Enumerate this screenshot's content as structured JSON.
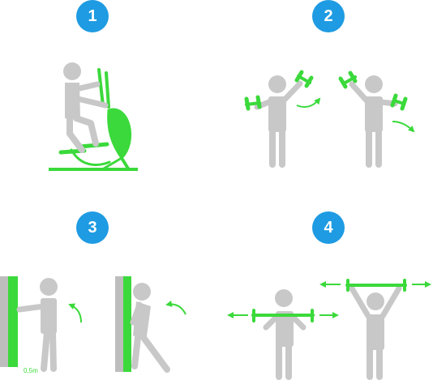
{
  "steps": [
    {
      "number": "1"
    },
    {
      "number": "2"
    },
    {
      "number": "3"
    },
    {
      "number": "4"
    }
  ],
  "distance_label": "0,5m",
  "colors": {
    "badge": "#1e9be2",
    "figure": "#c8c8c8",
    "equipment": "#3bd93b",
    "wall_side": "#bdbdbd"
  }
}
